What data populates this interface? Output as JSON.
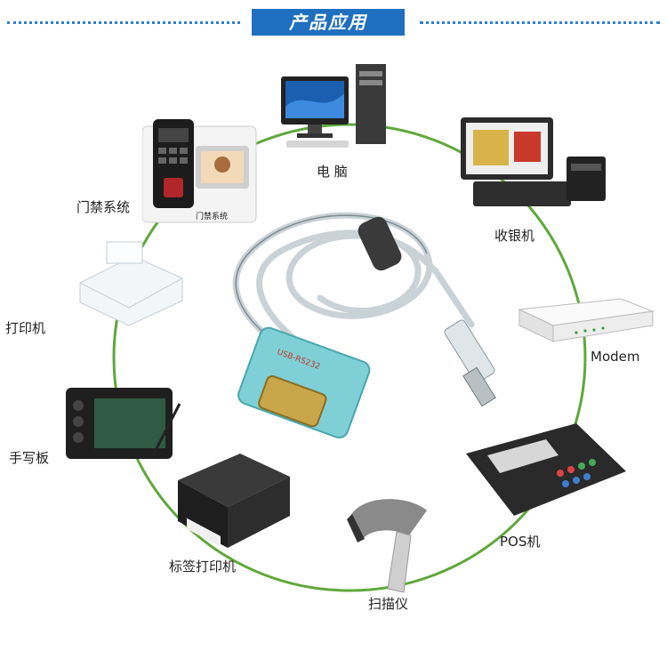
{
  "header": {
    "title": "产品应用"
  },
  "labels": {
    "computer": "电 脑",
    "access_control": "门禁系统",
    "access_small": "门禁系统",
    "cash_register": "收银机",
    "printer": "打印机",
    "modem": "Modem",
    "tablet": "手写板",
    "pos": "POS机",
    "label_printer": "标签打印机",
    "scanner": "扫描仪"
  },
  "colors": {
    "accent": "#1f6fc0",
    "ring": "#5fa83a"
  }
}
